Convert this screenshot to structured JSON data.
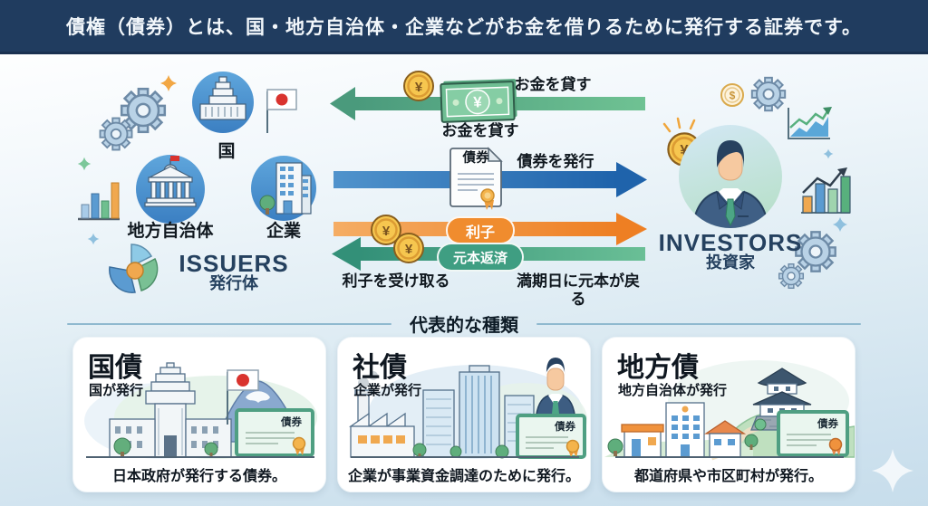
{
  "header": {
    "title": "債権（債券）とは、国・地方自治体・企業などがお金を借りるために発行する証券です。"
  },
  "diagram": {
    "issuers": {
      "label_en": "ISSUERS",
      "label_ja": "発行体",
      "entities": [
        {
          "label": "国"
        },
        {
          "label": "地方自治体"
        },
        {
          "label": "企業"
        }
      ]
    },
    "investors": {
      "label_en": "INVESTORS",
      "label_ja": "投資家"
    },
    "flows": [
      {
        "name": "lend-money",
        "direction": "left",
        "color": "#58b188",
        "label_top": "お金を貸す",
        "label_bottom": "お金を貸す"
      },
      {
        "name": "issue-bond",
        "direction": "right",
        "color": "#2e72b5",
        "label": "債券を発行",
        "certificate_label": "債券"
      },
      {
        "name": "interest",
        "direction": "right",
        "color": "#f08c2e",
        "badge": "利子",
        "note": "利子を受け取る"
      },
      {
        "name": "principal-repayment",
        "direction": "left",
        "color": "#3f9e82",
        "badge": "元本返済",
        "note": "満期日に元本が戻る"
      }
    ]
  },
  "types_section": {
    "heading": "代表的な種類",
    "cards": [
      {
        "title": "国債",
        "subtitle": "国が発行",
        "certificate_label": "債券",
        "caption": "日本政府が発行する債券。"
      },
      {
        "title": "社債",
        "subtitle": "企業が発行",
        "certificate_label": "債券",
        "caption": "企業が事業資金調達のために発行。"
      },
      {
        "title": "地方債",
        "subtitle": "地方自治体が発行",
        "certificate_label": "債券",
        "caption": "都道府県や市区町村が発行。"
      }
    ]
  },
  "icons": {
    "yen": "¥",
    "dollar": "$"
  },
  "colors": {
    "header_bg": "#203c5f",
    "accent_navy": "#25415f",
    "arrow_green": "#58b188",
    "arrow_blue": "#2e72b5",
    "arrow_orange": "#f08c2e",
    "arrow_teal": "#3f9e82",
    "coin_gold": "#f6c64f",
    "background_bottom": "#c7ddeb"
  }
}
